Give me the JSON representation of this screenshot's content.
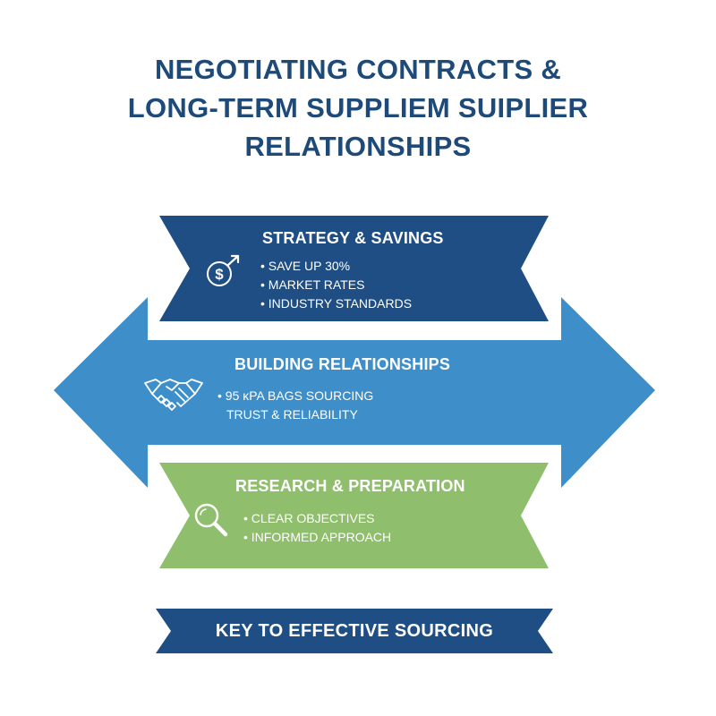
{
  "title": {
    "line1": "NEGOTIATING CONTRACTS &",
    "line2": "LONG-TERM SUPPLIEM SUIPLIER",
    "line3": "RELATIONSHIPS"
  },
  "blocks": {
    "strategy": {
      "heading": "STRATEGY & SAVINGS",
      "icon": "dollar-growth-icon",
      "items": [
        "• SAVE UP 30%",
        "• MARKET RATES",
        "• INDUSTRY STANDARDS"
      ]
    },
    "relationships": {
      "heading": "BUILDING RELATIONSHIPS",
      "icon": "handshake-icon",
      "items": [
        "• 95 κPA BAGS SOURCING",
        "TRUST & RELIABILITY"
      ]
    },
    "research": {
      "heading": "RESEARCH & PREPARATION",
      "icon": "magnifier-icon",
      "items": [
        "• CLEAR OBJECTIVES",
        "• INFORMED APPROACH"
      ]
    }
  },
  "footer": {
    "label": "KEY TO EFFECTIVE SOURCING"
  },
  "colors": {
    "title": "#1e4a7a",
    "dark_blue": "#1f4e84",
    "mid_blue": "#3d8ec9",
    "green": "#8fbe6c",
    "text_on_shape": "#ffffff"
  }
}
